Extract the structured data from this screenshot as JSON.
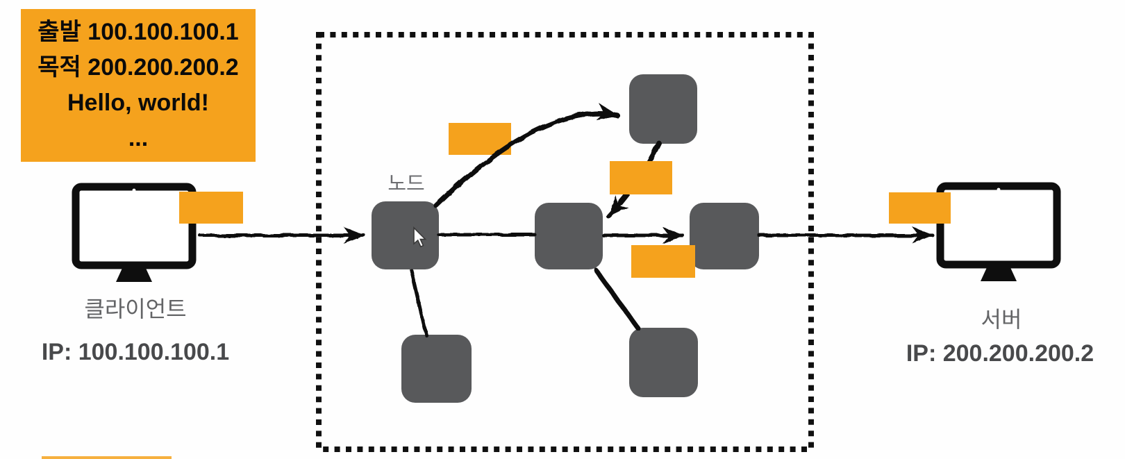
{
  "header_box": {
    "lines": [
      "출발 100.100.100.1",
      "목적 200.200.200.2",
      "Hello, world!",
      "..."
    ]
  },
  "client": {
    "label": "클라이언트",
    "ip": "IP: 100.100.100.1"
  },
  "server": {
    "label": "서버",
    "ip": "IP: 200.200.200.2"
  },
  "network": {
    "node_label": "노드"
  },
  "colors": {
    "accent_orange": "#F5A21D",
    "node_gray": "#58595B",
    "label_gray": "#6D6E71",
    "ip_text": "#48494B",
    "ink": "#101010"
  }
}
